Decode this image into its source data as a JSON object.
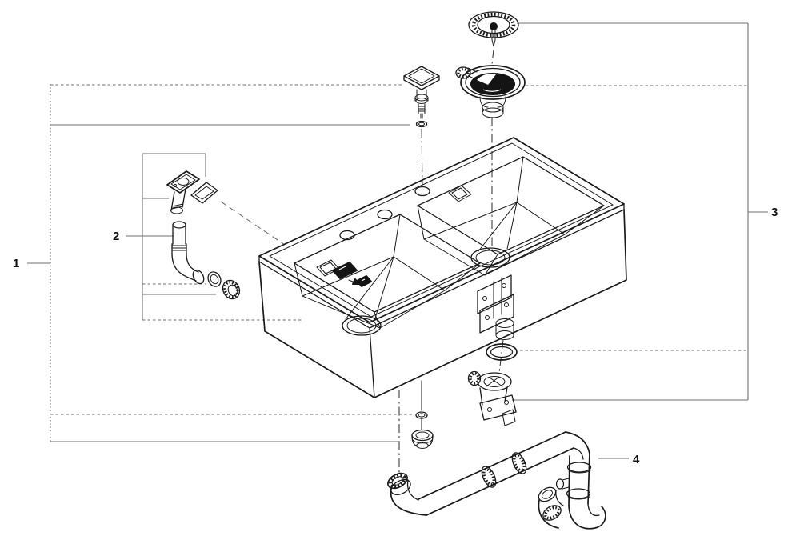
{
  "page": {
    "background": "#ffffff"
  },
  "diagram": {
    "type": "exploded-parts-diagram",
    "subject": "double-bowl kitchen sink with strainer, overflow and drain piping",
    "line_color": "#1a1a1a",
    "callout_line_color": "#6f6f6f",
    "callouts": [
      {
        "label": "1"
      },
      {
        "label": "2"
      },
      {
        "label": "3"
      },
      {
        "label": "4"
      }
    ]
  }
}
